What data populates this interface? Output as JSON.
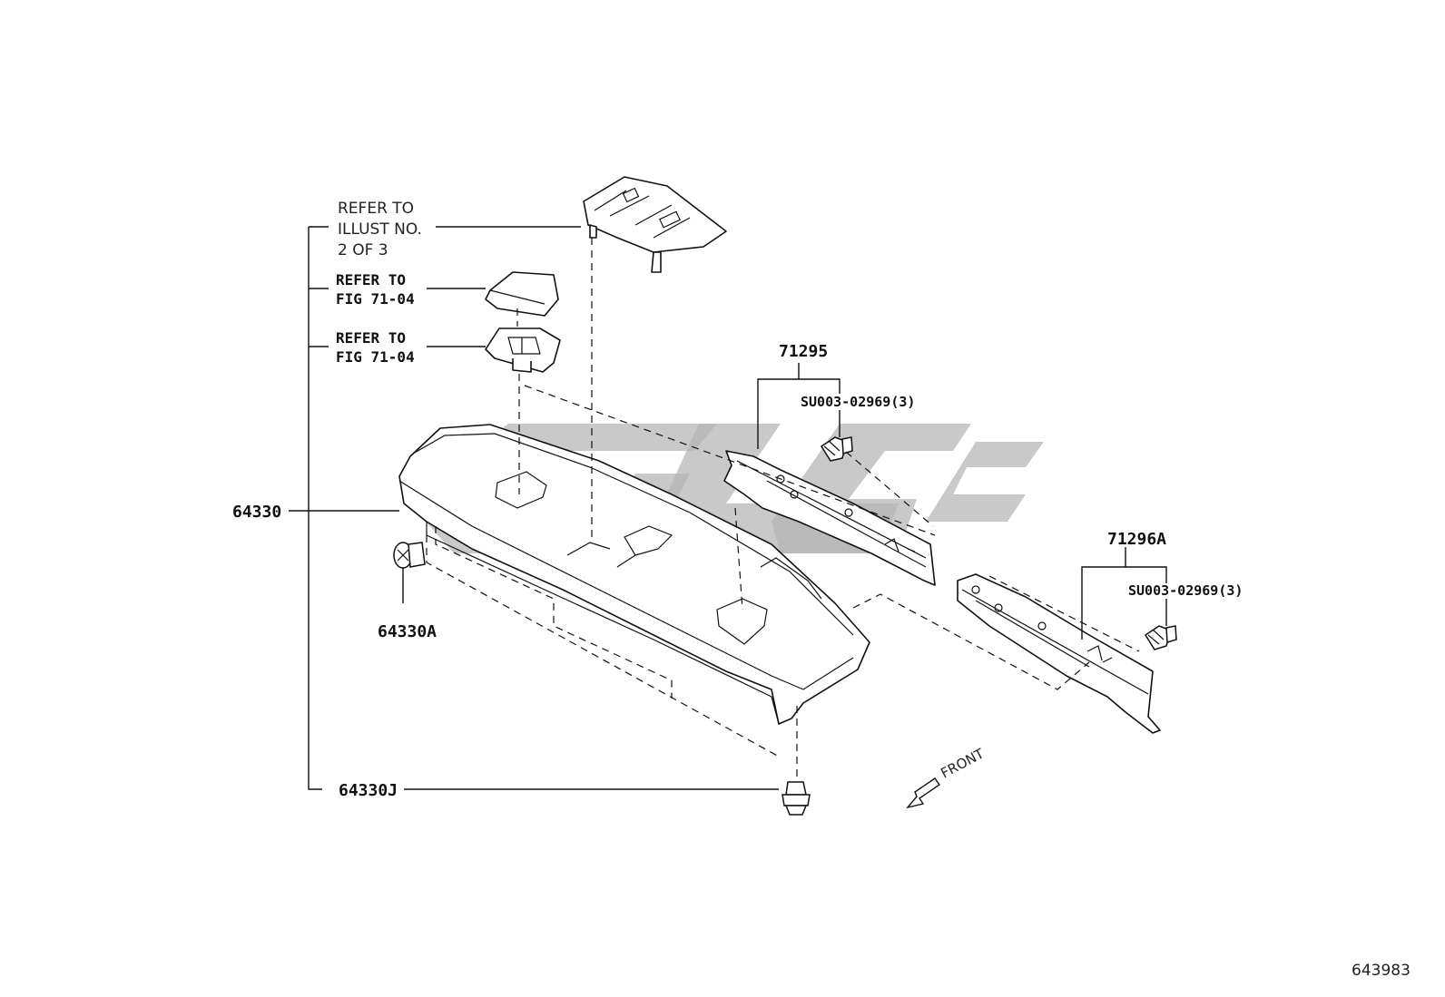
{
  "diagram": {
    "image_number": "643983",
    "front_label": "FRONT",
    "watermark": "GLF",
    "refer_illust": [
      "REFER TO",
      "ILLUST NO.",
      "2 OF 3"
    ],
    "refer_fig_a": [
      "REFER TO",
      "FIG 71-04"
    ],
    "refer_fig_b": [
      "REFER TO",
      "FIG 71-04"
    ],
    "parts": {
      "shelf_panel": "64330",
      "shelf_clip": "64330A",
      "shelf_fastener": "64330J",
      "left_retainer": "71295",
      "left_retainer_screw": "SU003-02969(3)",
      "right_retainer": "71296A",
      "right_retainer_screw": "SU003-02969(3)"
    }
  }
}
